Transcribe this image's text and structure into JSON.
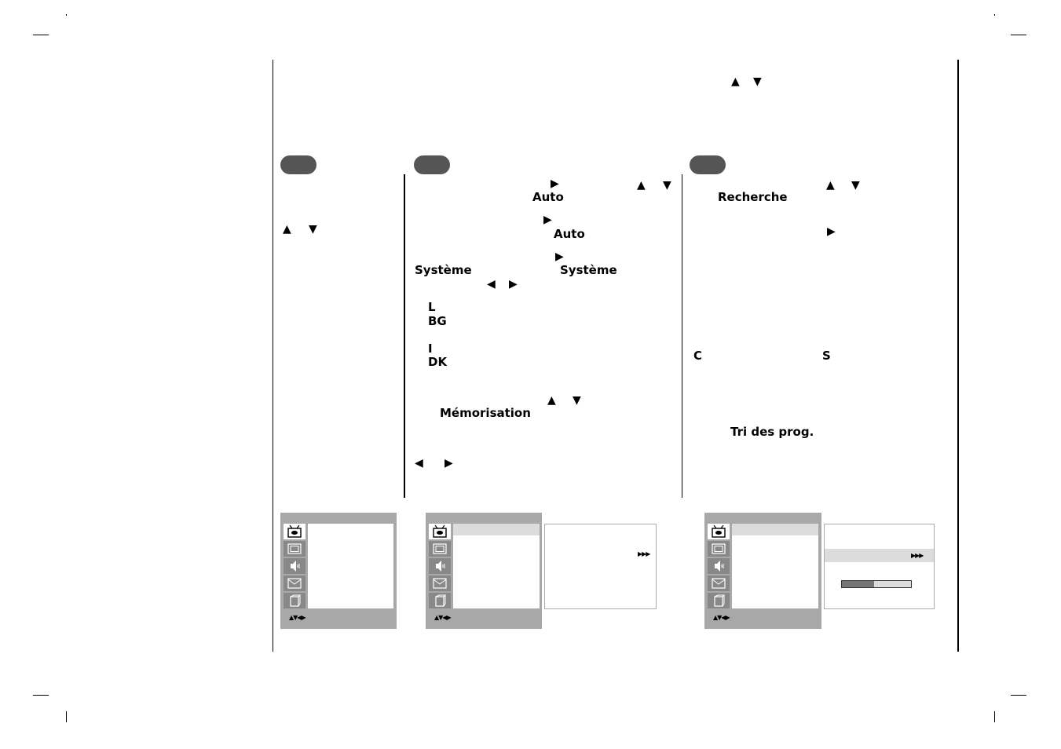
{
  "nav_arrows": {
    "up": "▲",
    "down": "▼",
    "left": "◀",
    "right": "▶",
    "triple_right": "▶▶▶",
    "osd_nav": "▲▼◀▶"
  },
  "column2": {
    "auto_1": "Auto",
    "auto_2": "Auto",
    "systeme_1": "Système",
    "systeme_2": "Système",
    "sys_L": "L",
    "sys_BG": "BG",
    "sys_I": "I",
    "sys_DK": "DK",
    "memorisation": "Mémorisation"
  },
  "column3": {
    "recherche": "Recherche",
    "label_C": "C",
    "label_S": "S",
    "tri_des_prog": "Tri des prog."
  },
  "osd_menu_icons": [
    "tv-station-icon",
    "picture-icon",
    "sound-icon",
    "time-icon",
    "special-icon"
  ],
  "progress": {
    "search_fraction": 0.47
  }
}
